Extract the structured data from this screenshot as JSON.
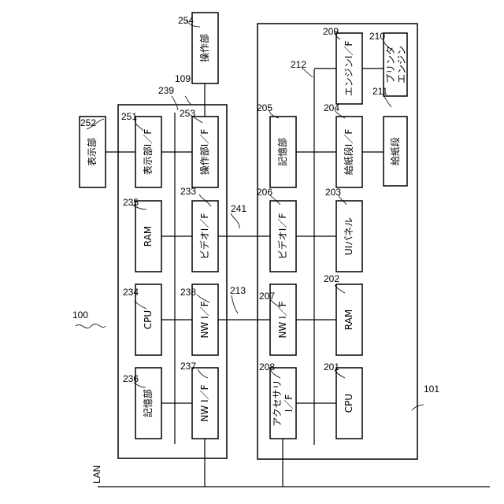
{
  "system_ref": "100",
  "controller": {
    "ref": "109",
    "bus_ref": "239",
    "blocks": {
      "storage": {
        "ref": "236",
        "label": "記憶部"
      },
      "cpu": {
        "ref": "234",
        "label": "CPU"
      },
      "ram": {
        "ref": "235",
        "label": "RAM"
      },
      "display_if": {
        "ref": "251",
        "label": "表示部I／F"
      },
      "nw_if": {
        "ref": "237",
        "label": "NW I／F"
      },
      "nw_if_238": {
        "ref": "238",
        "label": "NW I／F"
      },
      "video_if": {
        "ref": "233",
        "label": "ビデオI／F"
      },
      "operation_if": {
        "ref": "253",
        "label": "操作部I／F"
      }
    }
  },
  "display_unit": {
    "ref": "252",
    "label": "表示部"
  },
  "operation_unit": {
    "ref": "254",
    "label": "操作部"
  },
  "links": {
    "video": "241",
    "network": "213"
  },
  "printer": {
    "ref": "101",
    "bus_ref": "212",
    "blocks": {
      "accessory_if": {
        "ref": "208",
        "label_1": "アクセサリ",
        "label_2": "I／F"
      },
      "nw_if": {
        "ref": "207",
        "label": "NW I／F"
      },
      "video_if": {
        "ref": "206",
        "label": "ビデオI／F"
      },
      "storage": {
        "ref": "205",
        "label": "記憶部"
      },
      "cpu": {
        "ref": "201",
        "label": "CPU"
      },
      "ram": {
        "ref": "202",
        "label": "RAM"
      },
      "ui_panel": {
        "ref": "203",
        "label": "UIパネル"
      },
      "feed_if": {
        "ref": "204",
        "label": "給紙段I／F"
      },
      "engine_if": {
        "ref": "209",
        "label": "エンジンI／F"
      },
      "feed_tray": {
        "ref": "211",
        "label": "給紙段"
      },
      "print_engine": {
        "ref": "210",
        "label_1": "プリンタ",
        "label_2": "エンジン"
      }
    }
  },
  "lan_label": "LAN"
}
